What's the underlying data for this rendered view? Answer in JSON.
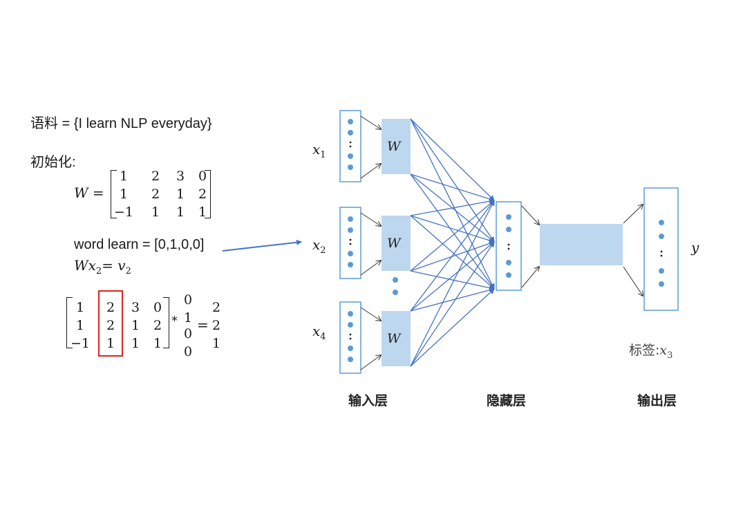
{
  "left": {
    "corpus": "语料 = {I learn NLP everyday}",
    "init": "初始化:",
    "w_label": "W =",
    "matrix_W": [
      [
        "1",
        "2",
        "3",
        "0"
      ],
      [
        "1",
        "2",
        "1",
        "2"
      ],
      [
        "−1",
        "1",
        "1",
        "1"
      ]
    ],
    "word_line": "word learn = [0,1,0,0]",
    "eq_W": "W",
    "eq_x": "x",
    "eq_sub2": "2",
    "eq_eq": "=",
    "eq_v": "v",
    "eq_vsub": "2",
    "matrix_calc": [
      [
        "1",
        "2",
        "3",
        "0"
      ],
      [
        "1",
        "2",
        "1",
        "2"
      ],
      [
        "−1",
        "1",
        "1",
        "1"
      ]
    ],
    "star": "*",
    "vec": [
      "0",
      "1",
      "0",
      "0"
    ],
    "equals": "=",
    "result": [
      "2",
      "2",
      "1"
    ]
  },
  "network": {
    "x1_main": "x",
    "x1_sub": "1",
    "x2_main": "x",
    "x2_sub": "2",
    "x4_main": "x",
    "x4_sub": "4",
    "w_label": "W",
    "y_label": "y",
    "tag_prefix": "标签:",
    "tag_main": "x",
    "tag_sub": "3",
    "input_layer": "输入层",
    "hidden_layer": "隐藏层",
    "output_layer": "输出层",
    "colors": {
      "box": "#bdd7ee",
      "border": "#5b9bd5",
      "arrow": "#4472c4",
      "dot": "#5b9bd5",
      "highlight": "#e02020"
    }
  }
}
